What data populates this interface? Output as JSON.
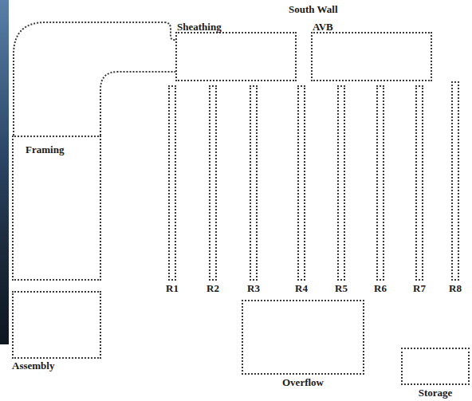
{
  "diagram": {
    "nodes": [
      {
        "text": [
          "Sheathing"
        ]
      },
      {
        "text": [
          "AVB"
        ]
      },
      {
        "text": [
          "Framing"
        ]
      },
      {
        "text": [
          "R1"
        ]
      },
      {
        "text": [
          "R2"
        ]
      },
      {
        "text": [
          "R3"
        ]
      },
      {
        "text": [
          "R4"
        ]
      },
      {
        "text": [
          "R5"
        ]
      },
      {
        "text": [
          "R6"
        ]
      },
      {
        "text": [
          "R7"
        ]
      },
      {
        "text": [
          "R8"
        ]
      },
      {
        "text": [
          "Assembly"
        ]
      },
      {
        "text": [
          "Overflow"
        ]
      },
      {
        "text": [
          "Storage"
        ]
      }
    ],
    "edges": [
      {
        "from": 2,
        "to": 0,
        "arrow": "none"
      },
      {
        "from": 2,
        "to": 0,
        "arrow": "none"
      }
    ],
    "labels": [
      "South Wall"
    ]
  }
}
